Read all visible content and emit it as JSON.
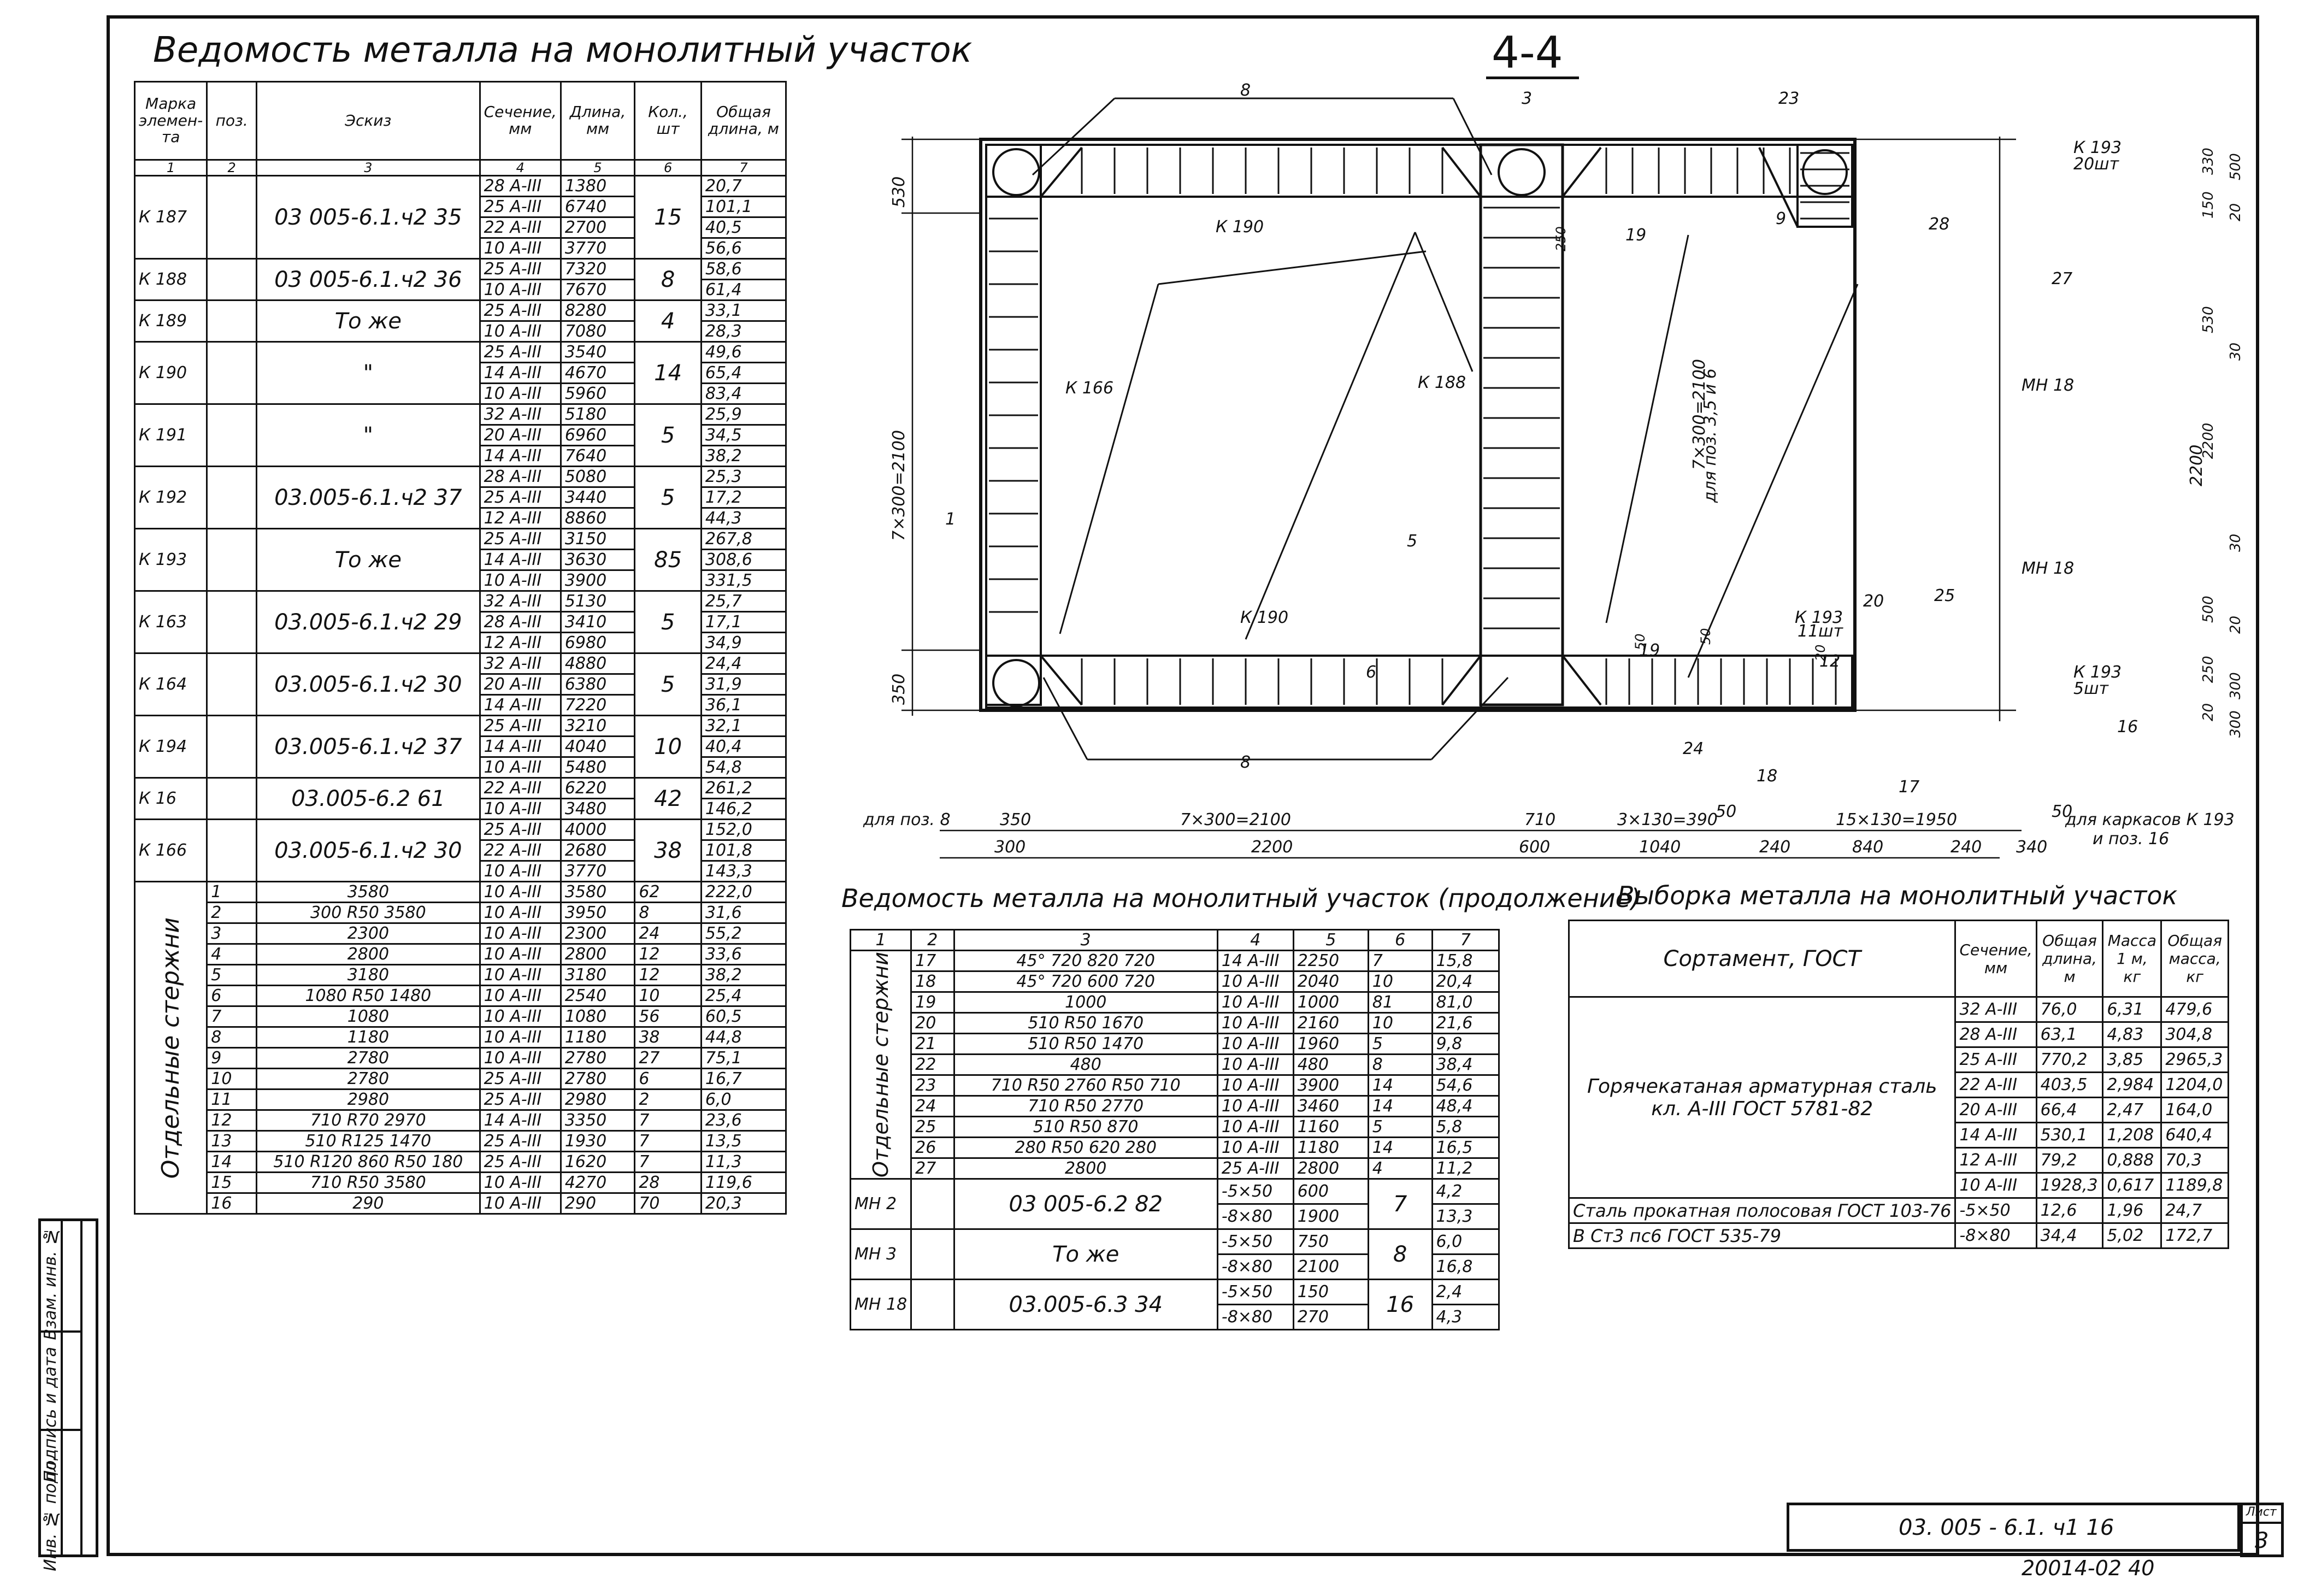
{
  "title_main": "Ведомость металла на монолитный участок",
  "section_label": "4-4",
  "table1": {
    "headers": [
      "Марка элемен-та",
      "поз.",
      "Эскиз",
      "Сечение, мм",
      "Длина, мм",
      "Кол., шт",
      "Общая длина, м"
    ],
    "colnums": [
      "1",
      "2",
      "3",
      "4",
      "5",
      "6",
      "7"
    ],
    "groups": [
      {
        "mark": "К 187",
        "sketch": "03 005-6.1.ч2 35",
        "qty": "15",
        "rows": [
          [
            "28 A-III",
            "1380",
            "20,7"
          ],
          [
            "25 A-III",
            "6740",
            "101,1"
          ],
          [
            "22 A-III",
            "2700",
            "40,5"
          ],
          [
            "10 A-III",
            "3770",
            "56,6"
          ]
        ]
      },
      {
        "mark": "К 188",
        "sketch": "03 005-6.1.ч2 36",
        "qty": "8",
        "rows": [
          [
            "25 A-III",
            "7320",
            "58,6"
          ],
          [
            "10 A-III",
            "7670",
            "61,4"
          ]
        ]
      },
      {
        "mark": "К 189",
        "sketch": "То же",
        "qty": "4",
        "rows": [
          [
            "25 A-III",
            "8280",
            "33,1"
          ],
          [
            "10 A-III",
            "7080",
            "28,3"
          ]
        ]
      },
      {
        "mark": "К 190",
        "sketch": "\"",
        "qty": "14",
        "rows": [
          [
            "25 A-III",
            "3540",
            "49,6"
          ],
          [
            "14 A-III",
            "4670",
            "65,4"
          ],
          [
            "10 A-III",
            "5960",
            "83,4"
          ]
        ]
      },
      {
        "mark": "К 191",
        "sketch": "\"",
        "qty": "5",
        "rows": [
          [
            "32 A-III",
            "5180",
            "25,9"
          ],
          [
            "20 A-III",
            "6960",
            "34,5"
          ],
          [
            "14 A-III",
            "7640",
            "38,2"
          ]
        ]
      },
      {
        "mark": "К 192",
        "sketch": "03.005-6.1.ч2 37",
        "qty": "5",
        "rows": [
          [
            "28 A-III",
            "5080",
            "25,3"
          ],
          [
            "25 A-III",
            "3440",
            "17,2"
          ],
          [
            "12 A-III",
            "8860",
            "44,3"
          ]
        ]
      },
      {
        "mark": "К 193",
        "sketch": "То же",
        "qty": "85",
        "rows": [
          [
            "25 A-III",
            "3150",
            "267,8"
          ],
          [
            "14 A-III",
            "3630",
            "308,6"
          ],
          [
            "10 A-III",
            "3900",
            "331,5"
          ]
        ]
      },
      {
        "mark": "К 163",
        "sketch": "03.005-6.1.ч2 29",
        "qty": "5",
        "rows": [
          [
            "32 A-III",
            "5130",
            "25,7"
          ],
          [
            "28 A-III",
            "3410",
            "17,1"
          ],
          [
            "12 A-III",
            "6980",
            "34,9"
          ]
        ]
      },
      {
        "mark": "К 164",
        "sketch": "03.005-6.1.ч2 30",
        "qty": "5",
        "rows": [
          [
            "32 A-III",
            "4880",
            "24,4"
          ],
          [
            "20 A-III",
            "6380",
            "31,9"
          ],
          [
            "14 A-III",
            "7220",
            "36,1"
          ]
        ]
      },
      {
        "mark": "К 194",
        "sketch": "03.005-6.1.ч2 37",
        "qty": "10",
        "rows": [
          [
            "25 A-III",
            "3210",
            "32,1"
          ],
          [
            "14 A-III",
            "4040",
            "40,4"
          ],
          [
            "10 A-III",
            "5480",
            "54,8"
          ]
        ]
      },
      {
        "mark": "К 16",
        "sketch": "03.005-6.2 61",
        "qty": "42",
        "rows": [
          [
            "22 A-III",
            "6220",
            "261,2"
          ],
          [
            "10 A-III",
            "3480",
            "146,2"
          ]
        ]
      },
      {
        "mark": "К 166",
        "sketch": "03.005-6.1.ч2 30",
        "qty": "38",
        "rows": [
          [
            "25 A-III",
            "4000",
            "152,0"
          ],
          [
            "22 A-III",
            "2680",
            "101,8"
          ],
          [
            "10 A-III",
            "3770",
            "143,3"
          ]
        ]
      }
    ],
    "bars_label": "Отдельные стержни",
    "bars": [
      [
        "1",
        "3580",
        "10 A-III",
        "3580",
        "62",
        "222,0"
      ],
      [
        "2",
        "300 R50 3580",
        "10 A-III",
        "3950",
        "8",
        "31,6"
      ],
      [
        "3",
        "2300",
        "10 A-III",
        "2300",
        "24",
        "55,2"
      ],
      [
        "4",
        "2800",
        "10 A-III",
        "2800",
        "12",
        "33,6"
      ],
      [
        "5",
        "3180",
        "10 A-III",
        "3180",
        "12",
        "38,2"
      ],
      [
        "6",
        "1080 R50 1480",
        "10 A-III",
        "2540",
        "10",
        "25,4"
      ],
      [
        "7",
        "1080",
        "10 A-III",
        "1080",
        "56",
        "60,5"
      ],
      [
        "8",
        "1180",
        "10 A-III",
        "1180",
        "38",
        "44,8"
      ],
      [
        "9",
        "2780",
        "10 A-III",
        "2780",
        "27",
        "75,1"
      ],
      [
        "10",
        "2780",
        "25 A-III",
        "2780",
        "6",
        "16,7"
      ],
      [
        "11",
        "2980",
        "25 A-III",
        "2980",
        "2",
        "6,0"
      ],
      [
        "12",
        "710 R70 2970",
        "14 A-III",
        "3350",
        "7",
        "23,6"
      ],
      [
        "13",
        "510 R125 1470",
        "25 A-III",
        "1930",
        "7",
        "13,5"
      ],
      [
        "14",
        "510 R120 860 R50 180",
        "25 A-III",
        "1620",
        "7",
        "11,3"
      ],
      [
        "15",
        "710 R50 3580",
        "10 A-III",
        "4270",
        "28",
        "119,6"
      ],
      [
        "16",
        "290",
        "10 A-III",
        "290",
        "70",
        "20,3"
      ]
    ]
  },
  "title_cont": "Ведомость металла на монолитный участок (продолжение)",
  "table2": {
    "colnums": [
      "1",
      "2",
      "3",
      "4",
      "5",
      "6",
      "7"
    ],
    "bars_label": "Отдельные стержни",
    "bars": [
      [
        "17",
        "45° 720 820 720",
        "14 A-III",
        "2250",
        "7",
        "15,8"
      ],
      [
        "18",
        "45° 720 600 720",
        "10 A-III",
        "2040",
        "10",
        "20,4"
      ],
      [
        "19",
        "1000",
        "10 A-III",
        "1000",
        "81",
        "81,0"
      ],
      [
        "20",
        "510 R50 1670",
        "10 A-III",
        "2160",
        "10",
        "21,6"
      ],
      [
        "21",
        "510 R50 1470",
        "10 A-III",
        "1960",
        "5",
        "9,8"
      ],
      [
        "22",
        "480",
        "10 A-III",
        "480",
        "8",
        "38,4"
      ],
      [
        "23",
        "710 R50 2760 R50 710",
        "10 A-III",
        "3900",
        "14",
        "54,6"
      ],
      [
        "24",
        "710 R50 2770",
        "10 A-III",
        "3460",
        "14",
        "48,4"
      ],
      [
        "25",
        "510 R50 870",
        "10 A-III",
        "1160",
        "5",
        "5,8"
      ],
      [
        "26",
        "280 R50 620 280",
        "10 A-III",
        "1180",
        "14",
        "16,5"
      ],
      [
        "27",
        "2800",
        "25 A-III",
        "2800",
        "4",
        "11,2"
      ]
    ],
    "items": [
      {
        "mark": "МН 2",
        "sketch": "03 005-6.2 82",
        "qty": "7",
        "rows": [
          [
            "-5×50",
            "600",
            "4,2"
          ],
          [
            "-8×80",
            "1900",
            "13,3"
          ]
        ]
      },
      {
        "mark": "МН 3",
        "sketch": "То же",
        "qty": "8",
        "rows": [
          [
            "-5×50",
            "750",
            "6,0"
          ],
          [
            "-8×80",
            "2100",
            "16,8"
          ]
        ]
      },
      {
        "mark": "МН 18",
        "sketch": "03.005-6.3 34",
        "qty": "16",
        "rows": [
          [
            "-5×50",
            "150",
            "2,4"
          ],
          [
            "-8×80",
            "270",
            "4,3"
          ]
        ]
      }
    ]
  },
  "title_sel": "Выборка металла на монолитный участок",
  "table3": {
    "headers": [
      "Сортамент, ГОСТ",
      "Сечение, мм",
      "Общая длина, м",
      "Масса 1 м, кг",
      "Общая масса, кг"
    ],
    "rebar_label": "Горячекатаная арматурная сталь кл. A-III ГОСТ 5781-82",
    "rebar_rows": [
      [
        "32 A-III",
        "76,0",
        "6,31",
        "479,6"
      ],
      [
        "28 A-III",
        "63,1",
        "4,83",
        "304,8"
      ],
      [
        "25 A-III",
        "770,2",
        "3,85",
        "2965,3"
      ],
      [
        "22 A-III",
        "403,5",
        "2,984",
        "1204,0"
      ],
      [
        "20 A-III",
        "66,4",
        "2,47",
        "164,0"
      ],
      [
        "14 A-III",
        "530,1",
        "1,208",
        "640,4"
      ],
      [
        "12 A-III",
        "79,2",
        "0,888",
        "70,3"
      ],
      [
        "10 A-III",
        "1928,3",
        "0,617",
        "1189,8"
      ]
    ],
    "strip_label1": "Сталь прокатная полосовая ГОСТ 103-76",
    "strip_label2": "В Ст3 пс6 ГОСТ 535-79",
    "strip_rows": [
      [
        "-5×50",
        "12,6",
        "1,96",
        "24,7"
      ],
      [
        "-8×80",
        "34,4",
        "5,02",
        "172,7"
      ]
    ]
  },
  "drawing": {
    "callouts": [
      "8",
      "3",
      "23",
      "К 193",
      "20шт",
      "К 190",
      "19",
      "9",
      "28",
      "27",
      "К 166",
      "К 188",
      "7×300=2100",
      "для поз. 3,5 и 6",
      "МН 18",
      "МН 18",
      "2200",
      "1",
      "6",
      "5",
      "К 190",
      "19",
      "20",
      "К 193",
      "11шт",
      "25",
      "12",
      "К 193",
      "5шт",
      "16",
      "24",
      "18",
      "17",
      "8"
    ],
    "left_dims": [
      "530",
      "7×300=2100",
      "350"
    ],
    "right_dims": [
      "330",
      "500",
      "150",
      "20",
      "530",
      "30",
      "2200",
      "30",
      "500",
      "20",
      "250",
      "300",
      "20",
      "300"
    ],
    "dim_row1": [
      "для поз. 8",
      "350",
      "7×300=2100",
      "710",
      "3×130=390",
      "50",
      "15×130=1950",
      "50",
      "для каркасов К 193"
    ],
    "dim_row2": [
      "300",
      "2200",
      "600",
      "1040",
      "240",
      "840",
      "240",
      "340",
      "и поз. 16"
    ],
    "misc": [
      "50",
      "50",
      "250",
      "20"
    ]
  },
  "sidebar_labels": [
    "Инв. № подл.",
    "Подпись и дата",
    "Взам. инв. №"
  ],
  "stamp": {
    "code": "03. 005 - 6.1. ч1  16",
    "sheet_label": "Лист",
    "sheet_no": "3",
    "footer": "20014-02  40"
  }
}
